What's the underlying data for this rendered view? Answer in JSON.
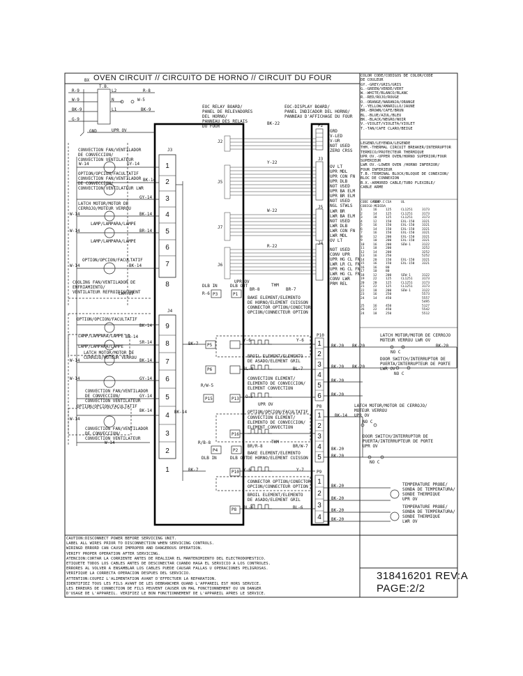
{
  "title": "OVEN CIRCUIT // CIRCUITO DE HORNO // CIRCUIT DU FOUR",
  "color_legend": [
    "COLOR CODE/CODIGOS DE COLOR/CODE",
    "DE COULEUR",
    "GY.-GREY/GRIS/GRIS",
    "G.-GREEN/VERDE/VERT",
    "W.-WHITE/BLANCO/BLANC",
    "R.-RED/ROJO/ROUGE",
    "O.-ORANGE/NARANJA/ORANGE",
    "Y.-YELLOW/AMARILLO/JAUNE",
    "BR.-BROWN/CAFE/BRUN",
    "BL.-BLUE/AZUL/BLEU",
    "BK.-BLACK/NEGRO/NOIR",
    "V.-VIOLET/VIOLETA/VIOLET",
    "T.-TAN/CAFE CLARO/BEIGE"
  ],
  "abbrev_legend": [
    "LEGEND/LEYENDA/LEGENDE",
    "THM.-THERMAL CIRCUIT BREAKER/INTERRUPTOR",
    "TERMICO/PROTECTEUR THERMIQUE",
    "UPR OV.-UPPER OVEN/HORNO SUPERIOR/FOUR",
    "      SUPERIEUR",
    "LWR OV.-LOWER OVEN /HORNO INFERIOR/",
    "      FOUR INFERIEUR",
    "T.B.-TERMINAL BLOCK/BLOQUE DE CONEXION/",
    "BLOC DE CONNEXION",
    "B.X.-ARMORED CABLE/TUBO FLEXIBLE/",
    "CABLE ARME"
  ],
  "gauge_header": [
    "CODE GAUGE",
    "TEMP.C",
    "CSA",
    "UL"
  ],
  "gauge_subheader": [
    "CODIGO MEDIDA",
    "",
    "",
    ""
  ],
  "gauge_rows": [
    [
      "1",
      "16",
      "125",
      "CL1251",
      "3173"
    ],
    [
      "2",
      "14",
      "125",
      "CL1251",
      "3173"
    ],
    [
      "3",
      "18",
      "125",
      "CL1251",
      "3173"
    ],
    [
      "4",
      "12",
      "150",
      "EXL-150",
      "3321"
    ],
    [
      "5",
      "16",
      "150",
      "EXL-150",
      "3321"
    ],
    [
      "6",
      "14",
      "150",
      "EXL-150",
      "3321"
    ],
    [
      "7",
      "16",
      "150",
      "EXL-150",
      "3321"
    ],
    [
      "8",
      "12",
      "200",
      "EXL-150",
      "3321"
    ],
    [
      "9",
      "10",
      "200",
      "EXL-150",
      "3321"
    ],
    [
      "10",
      "16",
      "200",
      "SEW-1",
      "3122"
    ],
    [
      "11",
      "18",
      "200",
      "",
      "3252"
    ],
    [
      "12",
      "14",
      "200",
      "",
      "3252"
    ],
    [
      "13",
      "16",
      "250",
      "",
      "5252"
    ],
    [
      "14",
      "20",
      "150",
      "EXL-150",
      "3321"
    ],
    [
      "15",
      "16",
      "150",
      "EXL-150",
      "3321"
    ],
    [
      "16",
      "16",
      "80",
      "",
      ""
    ],
    [
      "17",
      "10",
      "80",
      "",
      ""
    ],
    [
      "18",
      "12",
      "200",
      "SEW-1",
      "3122"
    ],
    [
      "19",
      "22",
      "125",
      "CL1251",
      "3173"
    ],
    [
      "20",
      "20",
      "125",
      "CL1251",
      "3173"
    ],
    [
      "21",
      "22",
      "125",
      "CL1251",
      "3173"
    ],
    [
      "22",
      "18",
      "200",
      "SEW-1",
      "3122"
    ],
    [
      "23",
      "16",
      "250",
      "",
      "5573"
    ],
    [
      "24",
      "14",
      "450",
      "",
      "5557"
    ],
    [
      "",
      "",
      "",
      "",
      "5495"
    ],
    [
      "25",
      "16",
      "450",
      "",
      "5127"
    ],
    [
      "26",
      "22",
      "450",
      "",
      "5542"
    ],
    [
      "24",
      "18",
      "250",
      "",
      "5512"
    ]
  ],
  "caution": [
    "CAUTION:DISCONNECT POWER BEFORE SERVICING UNIT.",
    "        LABEL ALL WIRES PRIOR TO DISCONNECTION WHEN SERVICING CONTROLS.",
    "        WIRINGD ERRORD CAN CAUSE IMPROPER AND DANGEROUS OPERATION.",
    "        VERIFY PROPER OPERATION AFTER SERVICING.",
    "ATENCION:CORTAR LA CORRIENTE ANTES DE REALIZAR EL MANTENIMIENTO DEL ELECTRODOMESTICO.",
    "        ETIQUETE TODOS LOS CABLES ANTES DE DESCONECTAR CUANDO HAGA EL SERVICIO A LOS CONTROLES.",
    "        ERRORES AL VOLVER A ENSAMBLAR LOS CABLES PUEDE CAUSAR FALLAS U OPERACIONES PELIGROSAS.",
    "        VERIFIQUE LA CORRECTA OPERACION DESPUES DEL SERVICIO.",
    "ATTENTION:COUPEZ L'ALIMENTATION AVANT D'EFFECTUER LA REPARATION.",
    "        IDENTIFIEZ TOUS LES FILS AVANT DE LES DEBRANCHER QUAND L'APPAREIL EST HORS SERVICE.",
    "        LES ERREURS DE CONNECTION DE FILS PEUVENT CAUSER UN MAL FONCTIONNEMENT OU UN DANGER",
    "        D'USAGE DE L'APPAREIL. VERIFIEZ LE BON FONCTIONNEMENT DE L'APPAREIL APRES LE SERVICE."
  ],
  "part_number": "318416201 REV:A",
  "page_number": "PAGE:2/2",
  "labels": {
    "bx": "BX",
    "tb": "T.B.",
    "l2": "L2",
    "w5_tb": "W-5",
    "n": "N",
    "l1": "L1",
    "r9": "R-9",
    "w9": "W-9",
    "bk9": "BK-9",
    "g9": "G-9",
    "r8_top": "R-8",
    "bk9b": "BK-9",
    "gnd": "GND",
    "upr_ov_top": "UPR OV",
    "eoc_relay": [
      "EOC RELAY BOARD/",
      "PANEL DE RELEVADORES",
      "DEL HORNO/",
      "PANNEAU DES RELAIS",
      "DU FOUR"
    ],
    "eoc_display": [
      "EOC-DISPLAY BOARD/",
      "PANEL INDICADOR DEL HORNO/",
      "PANNEAU D'AFFICHAGE DU FOUR"
    ],
    "j2": "J2",
    "j3": "J3",
    "j4": "J4",
    "j5": "J5",
    "j6": "J6",
    "j7": "J7",
    "p2": "P2",
    "j3r": "J3",
    "j5r": "J5",
    "j4r": "J4",
    "bk22": "BK-22",
    "y22": "Y-22",
    "w22": "W-22",
    "r22": "R-22",
    "p2_pins": [
      "GRD",
      "V-LED",
      "V-UR",
      "NOT USED",
      "ZERO CRSS"
    ],
    "j3_pins": [
      "OV LT",
      "UPR MDL",
      "UPR CON FN",
      "UPR DLB",
      "NOT USED",
      "UPR BA ELM",
      "UPR BR ELM",
      "NOT USED",
      "NGL STWLS"
    ],
    "j5_pins": [
      "LWR BR",
      "LWR BA ELM",
      "NOT USED",
      "LWR DLB",
      "LWR CON FN",
      "LWR MDL",
      "OV LT"
    ],
    "j4_pins": [
      "NOT USED",
      "CONV UPR",
      "UPR HG CL FN",
      "LWR LR CL FN",
      "UPR HG CL FN",
      "LWR HG CL FN",
      "CONV LWR",
      "PRM REL"
    ],
    "upr_ov_mid": "UPR OV",
    "lwr_ov_mid": "LWR OV",
    "j3_left_nums": [
      "1",
      "2",
      "3",
      "4",
      "5",
      "6",
      "7",
      "8"
    ],
    "j4_left_nums": [
      "9",
      "8",
      "7",
      "6",
      "5",
      "4",
      "3",
      "2",
      "1"
    ],
    "w14": "W-14",
    "gy14": "GY-14",
    "bk14": "BK-14",
    "br14": "BR-14",
    "sr14": "SR-14",
    "conv_fan_1": [
      "CONVECTION FAN/VENTILADOR",
      "DE CONVECCION/",
      "CONVECTION VENTILATEUR"
    ],
    "option_1": "OPTION/OPCION/FACULTATIF",
    "conv_fan_2": [
      "CONVECTION FAN/VENTILADOR",
      "DE CONVECCION/",
      "CONVECTION VENTILATEUR LWR"
    ],
    "latch_motor_1": [
      "LATCH MOTOR/MOTOR DE",
      "CERROJO/MOTEUR VERROU"
    ],
    "lamp_1": "LAMP/LAMPARA/LAMPE",
    "lamp_2": "LAMP/LAMPARA/LAMPE",
    "option_2": "OPTION/OPCION/FACULTATIF",
    "cooling_fan": [
      "COOLING FAN/VENTILADOR DE",
      "ENFRIAMIENTO/",
      "VENTILATEUR REFROIDISSEMENT"
    ],
    "lwr_ov_left": "LWR OV",
    "option_3": "OPTION/OPCION/FACULTATIF",
    "lamp_3": "LAMP/LAMPARA/LAMPE",
    "lamp_4": "LAMP/LAMPARA/LAMPE",
    "latch_motor_2": [
      "LATCH MOTOR/MOTOR DE",
      "CERROJO/MOTEUR VERROU"
    ],
    "conv_fan_3": [
      "CONVECTION FAN/VENTILADOR",
      "DE CONVECCION/",
      "CONVECTION VENTILATEUR"
    ],
    "option_4": "OPTION/OPCION/FACULTATIF",
    "conv_fan_4": [
      "CONVECTION FAN/VENTILADOR",
      "DE CONVECCION/",
      "CONVECTION VENTILATEUR"
    ],
    "dlb_in": "DLB IN",
    "dlb_out": "DLB OUT",
    "dlb_in2": "DLB IN",
    "dlb_out2": "DLB OUT",
    "r6": "R-6",
    "r6b": "R/W-5",
    "r8b": "R/B-8",
    "bk7": "BK-7",
    "bk7b": "BK-7",
    "bk14b": "BK-14",
    "thm": "THM",
    "thm2": "THM",
    "br8": "BR-8",
    "br7": "BR-7",
    "brr8": "BR/R-8",
    "brw7": "BR/W-7",
    "y6": "Y-6",
    "y6b": "Y-6",
    "y6c": "Y-6",
    "y7": "Y-7",
    "bl8": "BL-8",
    "bl7": "BL-7",
    "bl6": "BL-6",
    "bl6b": "BL-6",
    "o5": "O-5",
    "bake_1": [
      "BAKE ELEMENT/ELEMENTO",
      "DE HORNO/ELEMENT CUISSON",
      "CONNECTOR OPTION/CONECTOR",
      "OPCION/CONNECTEUR OPTION"
    ],
    "broil_1": [
      "BROIL ELEMENT/ELEMENTO",
      "DE ASADO/ELEMENT GRIL"
    ],
    "conv_el_1": [
      "CONVECTION ELEMENT/",
      "ELEMENTO DE CONVECCION/",
      "ELEMENT CONVECTION"
    ],
    "upr_ov_el": "UPR OV",
    "option_5": "OPTION/OPCION/FACULTATIF",
    "conv_el_2": [
      "CONVECTION ELEMENT/",
      "ELEMENTO DE CONVECCION/",
      "ELEMENT CONVECTION"
    ],
    "bake_2": [
      "BAKE ELEMENT/ELEMENTO",
      "DE HORNO/ELEMENT CUISSON"
    ],
    "conn_opt_2": [
      "CONNECTOR OPTION/CONECTOR",
      "OPCION/CONNECTEUR OPTION"
    ],
    "broil_2": [
      "BROIL ELEMENT/ELEMENTO",
      "DE ASADO/ELEMENT GRIL"
    ],
    "p10": "P10",
    "p8": "P8",
    "p9": "P9",
    "p1": "P1",
    "p3": "P3",
    "p5": "P5",
    "p6": "P6",
    "p13": "P13",
    "p15": "P15",
    "p16": "P16",
    "p4": "P4",
    "p2b": "P2",
    "bk20": "BK-20",
    "latch_motor_r1": [
      "LATCH MOTOR/MOTOR DE CERROJO",
      "MOTEUR VERROU LWR OV"
    ],
    "door_switch_1": [
      "DOOR SWITCH/INTERRUPTOR DE",
      "PUERTA/INTERRUPTEUR DE PORTE",
      "LWR OV"
    ],
    "no_c": "NO C",
    "no_c2": "NO C",
    "no_c3": "NO C",
    "no_c4": "NO C",
    "latch_motor_r2": [
      "LATCH MOTOR/MOTOR DE CERROJO/",
      "MOTEUR VERROU",
      "UPR OV"
    ],
    "door_switch_2": [
      "DOOR SWITCH/INTERRUPTOR DE",
      "PUERTA/INTERRUPTEUR DE PORTE",
      "UPR OV"
    ],
    "temp_probe_1": [
      "TEMPERATURE PROBE/",
      "SONDA DE TEMPERATURA/",
      "SONDE THERMIQUE",
      "UPR OV"
    ],
    "temp_probe_2": [
      "TEMPERATURE PROBE/",
      "SONDA DE TEMPERATURA/",
      "SONDE THERMIQUE",
      "LWR OV"
    ],
    "p10_nums": [
      "1",
      "2",
      "3",
      "4",
      "5",
      "6"
    ],
    "p8_nums": [
      "1",
      "2",
      "3",
      "4",
      "5"
    ],
    "p9_nums": [
      "1",
      "2",
      "3",
      "4"
    ]
  }
}
